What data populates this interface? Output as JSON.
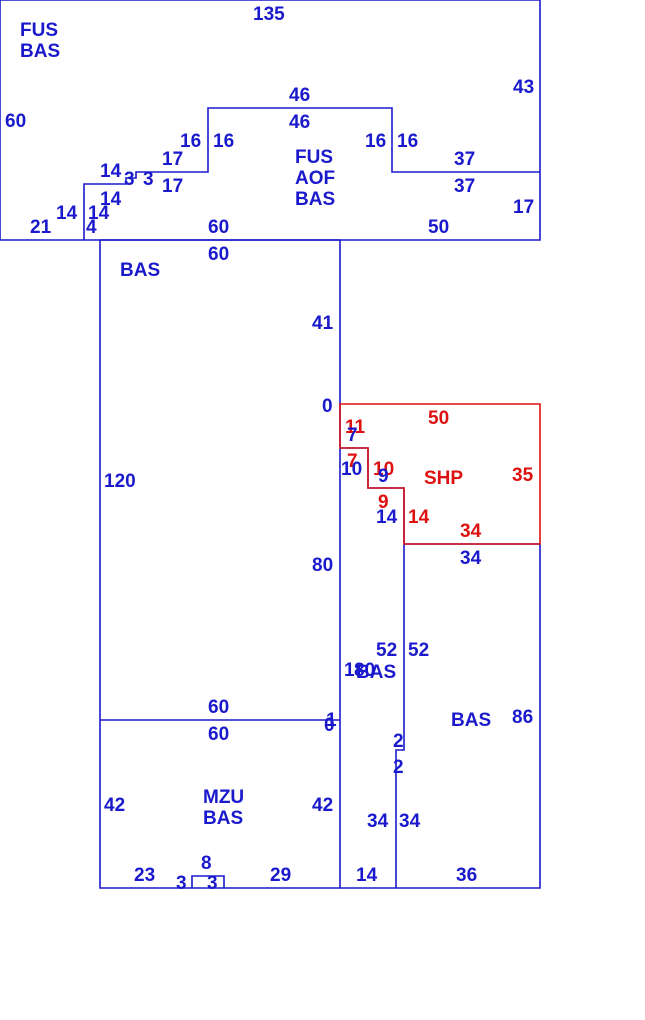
{
  "colors": {
    "primary": "#1a1acc",
    "secondary": "#dd1111"
  },
  "areas": {
    "fus_top_left": [
      "FUS",
      "BAS"
    ],
    "fus_aof": [
      "FUS",
      "AOF",
      "BAS"
    ],
    "bas_upper": "BAS",
    "shp": "SHP",
    "bas_right": "BAS",
    "bas_narrow": "BAS",
    "mzu": [
      "MZU",
      "BAS"
    ]
  },
  "dimensions": {
    "d135": "135",
    "d43": "43",
    "d60_left": "60",
    "d46_outer": "46",
    "d46_inner": "46",
    "d16_a": "16",
    "d16_b": "16",
    "d16_c": "16",
    "d16_d": "16",
    "d37_a": "37",
    "d37_b": "37",
    "d17_a": "17",
    "d17_b": "17",
    "d17_c": "17",
    "d14_a": "14",
    "d14_b": "14",
    "d14_c": "14",
    "d14_d": "14",
    "d3_a": "3",
    "d3_b": "3",
    "d21": "21",
    "d4": "4",
    "d60_top_a": "60",
    "d60_top_b": "60",
    "d50": "50",
    "d41": "41",
    "d0_a": "0",
    "d120": "120",
    "d80": "80",
    "d7": "7",
    "d10": "10",
    "d9": "9",
    "d14_e": "14",
    "d52_a": "52",
    "d52_b": "52",
    "d1_80": "1",
    "d80b": "80",
    "d34_top": "34",
    "d86": "86",
    "d60_mid_a": "60",
    "d60_mid_b": "60",
    "d0_b": "0",
    "d1_b": "1",
    "d2_a": "2",
    "d2_b": "2",
    "d42_a": "42",
    "d42_b": "42",
    "d34_a": "34",
    "d34_b": "34",
    "d23": "23",
    "d8": "8",
    "d3_c": "3",
    "d3_d": "3",
    "d29": "29",
    "d14_f": "14",
    "d36": "36"
  },
  "shp_dimensions": {
    "r50": "50",
    "r11": "11",
    "r7": "7",
    "r10": "10",
    "r9": "9",
    "r35": "35",
    "r14": "14",
    "r34": "34"
  }
}
